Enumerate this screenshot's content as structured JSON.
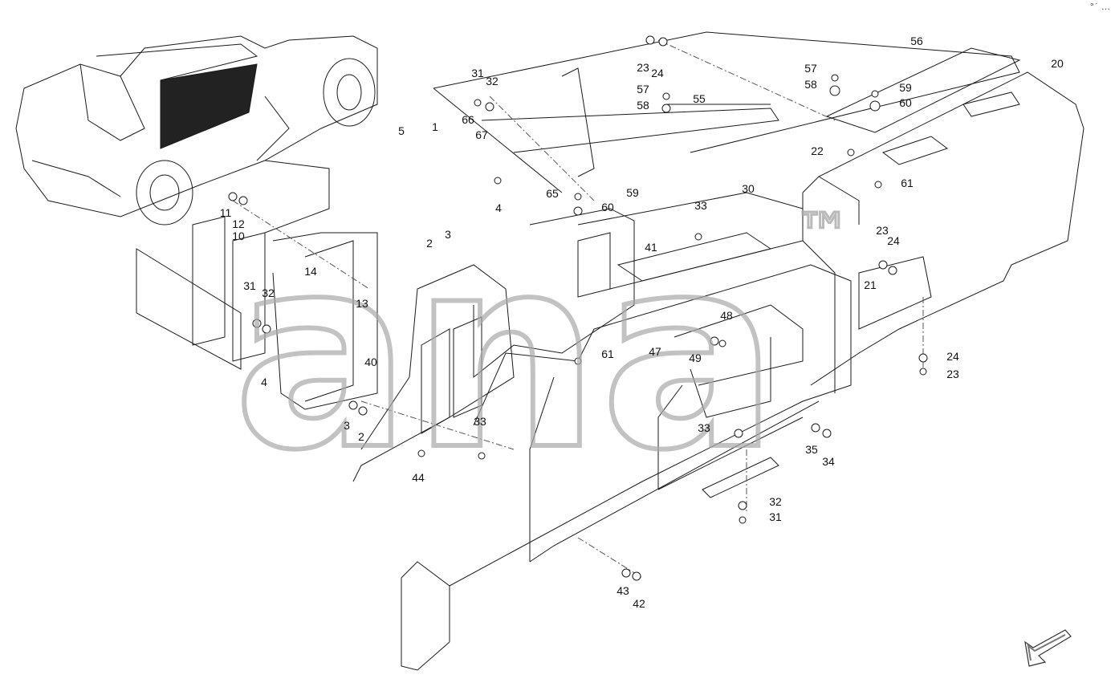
{
  "watermark": {
    "text": "ana",
    "tm": "™"
  },
  "corner_icon": "expand-dots-icon",
  "corner_text": "°˙ …",
  "navigation": {
    "arrow_icon": "north-direction-arrow-icon"
  },
  "callouts": [
    "1",
    "2",
    "2",
    "3",
    "3",
    "4",
    "4",
    "5",
    "10",
    "11",
    "12",
    "13",
    "14",
    "20",
    "21",
    "22",
    "23",
    "23",
    "23",
    "24",
    "24",
    "24",
    "30",
    "31",
    "31",
    "31",
    "32",
    "32",
    "32",
    "33",
    "33",
    "33",
    "34",
    "35",
    "40",
    "41",
    "42",
    "43",
    "44",
    "47",
    "48",
    "49",
    "55",
    "56",
    "57",
    "58",
    "59",
    "60",
    "57",
    "58",
    "59",
    "60",
    "61",
    "61",
    "65",
    "66",
    "67"
  ]
}
